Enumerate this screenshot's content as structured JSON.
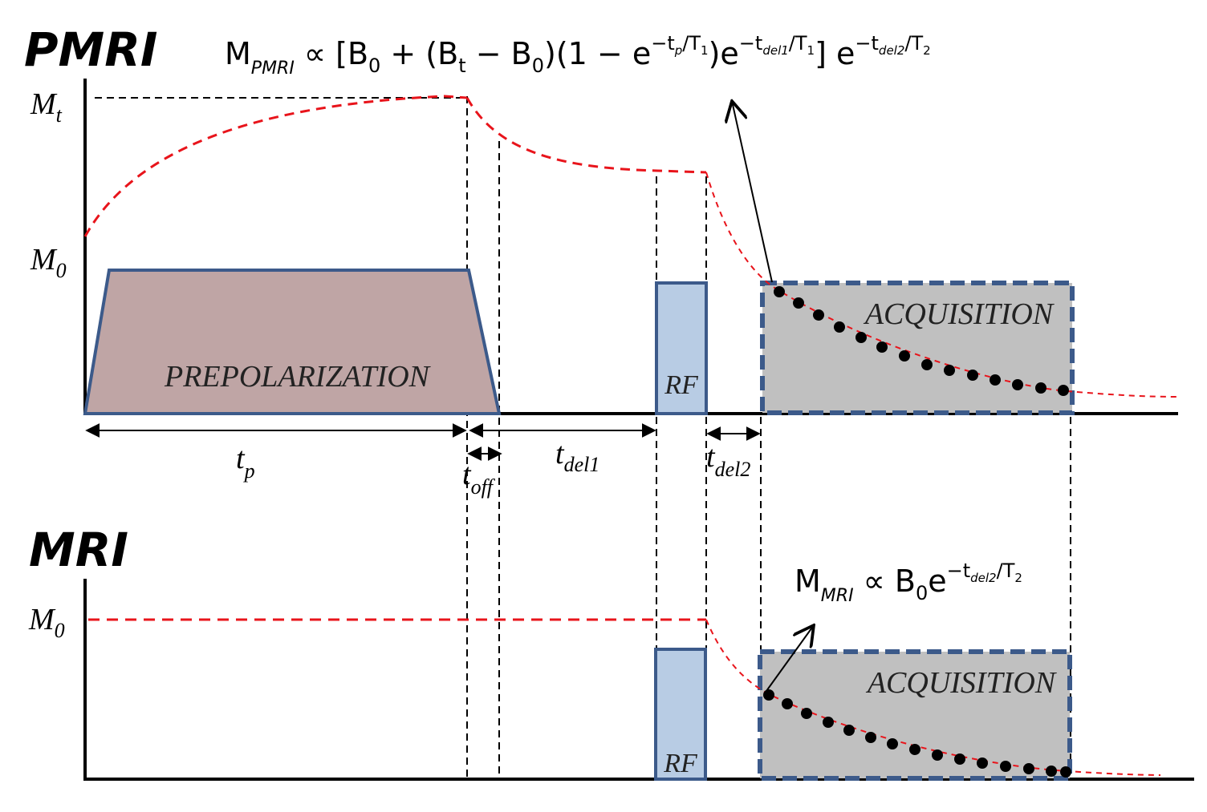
{
  "pmri": {
    "title": "PMRI",
    "equation": {
      "lhs": "M",
      "lhs_sub": "PMRI",
      "rel": " ∝ [B",
      "b0_sub": "0",
      "p1": " + (B",
      "bt_sub": "t",
      "p2": " − B",
      "b0_sub2": "0",
      "p3": ")(1 − e",
      "exp1_sign": "−t",
      "exp1_tsub": "p",
      "exp1_div": "/T",
      "exp1_Tsub": "1",
      "p4": ")e",
      "exp2_sign": "−t",
      "exp2_tsub": "del1",
      "exp2_div": "/T",
      "exp2_Tsub": "1",
      "p5": "] e",
      "exp3_sign": "−t",
      "exp3_tsub": "del2",
      "exp3_div": "/T",
      "exp3_Tsub": "2"
    },
    "axis_labels": {
      "mt": "M",
      "mt_sub": "t",
      "m0": "M",
      "m0_sub": "0"
    },
    "boxes": {
      "prepolarization": "PREPOLARIZATION",
      "rf": "RF",
      "acquisition": "ACQUISITION"
    },
    "intervals": {
      "tp": "t",
      "tp_sub": "p",
      "toff": "t",
      "toff_sub": "off",
      "tdel1": "t",
      "tdel1_sub": "del1",
      "tdel2": "t",
      "tdel2_sub": "del2"
    }
  },
  "mri": {
    "title": "MRI",
    "equation": {
      "lhs": "M",
      "lhs_sub": "MRI",
      "rel": " ∝ B",
      "b0_sub": "0",
      "p1": "e",
      "exp_sign": "−t",
      "exp_tsub": "del2",
      "exp_div": "/T",
      "exp_Tsub": "2"
    },
    "axis_labels": {
      "m0": "M",
      "m0_sub": "0"
    },
    "boxes": {
      "rf": "RF",
      "acquisition": "ACQUISITION"
    }
  },
  "colors": {
    "red_curve": "#e8141b",
    "box_border": "#3c5a8a",
    "prepol_fill": "#bfa5a5",
    "rf_fill": "#b8cce4",
    "acq_fill": "#c0c0c0"
  }
}
